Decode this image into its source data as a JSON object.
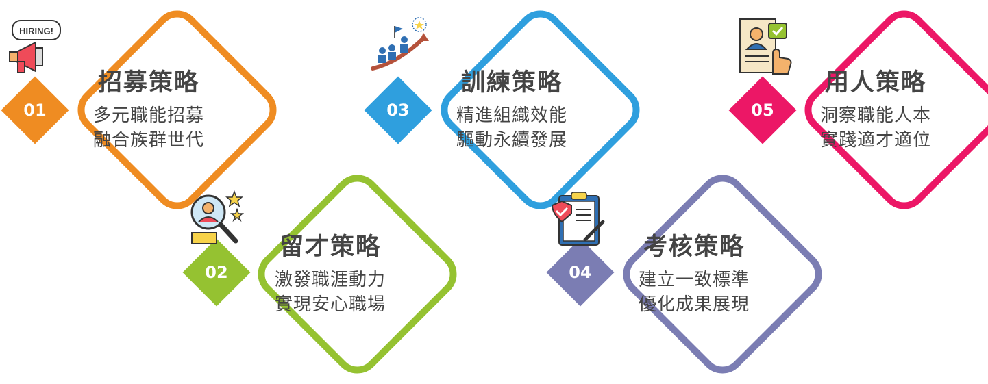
{
  "items": [
    {
      "num": "01",
      "title": "招募策略",
      "line1": "多元職能招募",
      "line2": "融合族群世代",
      "color": "#ef8c22",
      "icon": "hiring-megaphone-icon",
      "icon_text": "HIRING!"
    },
    {
      "num": "02",
      "title": "留才策略",
      "line1": "激發職涯動力",
      "line2": "實現安心職場",
      "color": "#95c231",
      "icon": "talent-search-icon"
    },
    {
      "num": "03",
      "title": "訓練策略",
      "line1": "精進組織效能",
      "line2": "驅動永續發展",
      "color": "#2f9fde",
      "icon": "growth-team-icon"
    },
    {
      "num": "04",
      "title": "考核策略",
      "line1": "建立一致標準",
      "line2": "優化成果展現",
      "color": "#7b7db3",
      "icon": "evaluation-clipboard-icon"
    },
    {
      "num": "05",
      "title": "用人策略",
      "line1": "洞察職能人本",
      "line2": "實踐適才適位",
      "color": "#ec1766",
      "icon": "resume-select-icon"
    }
  ]
}
